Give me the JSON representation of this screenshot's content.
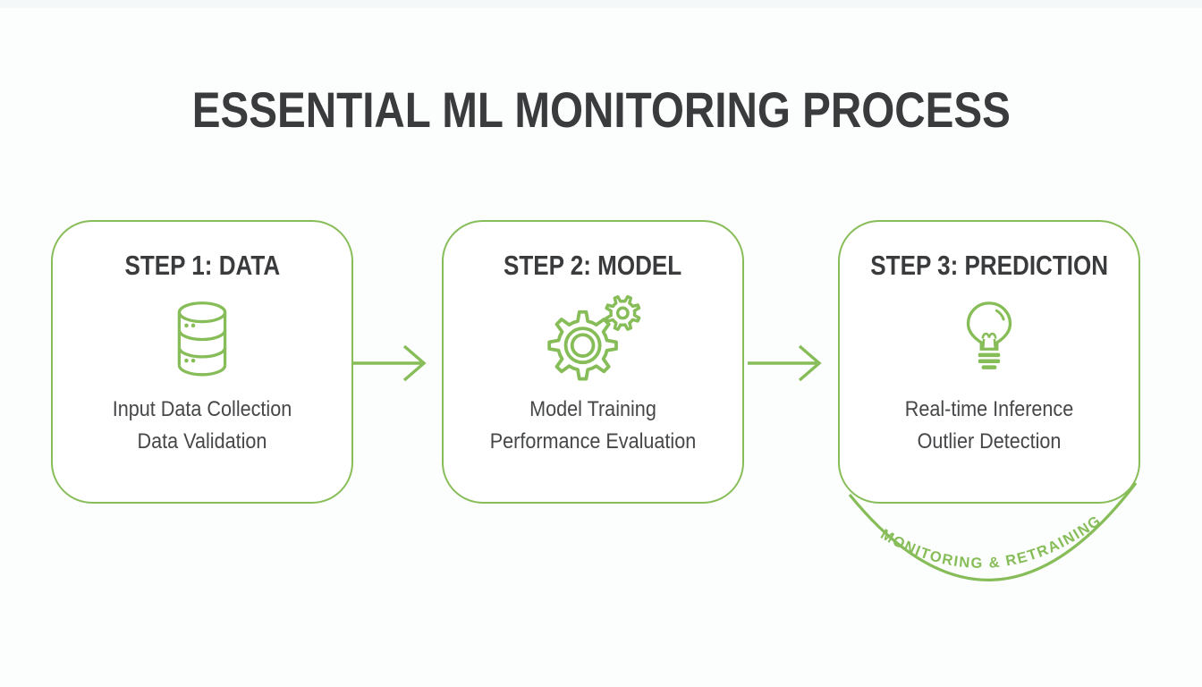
{
  "title": "ESSENTIAL ML MONITORING PROCESS",
  "colors": {
    "green": "#87bd58",
    "dark": "#3a3b3d",
    "body": "#464749",
    "background": "#fcfdfd"
  },
  "steps": [
    {
      "title": "STEP 1: DATA",
      "icon": "database-icon",
      "lines": [
        "Input Data Collection",
        "Data Validation"
      ]
    },
    {
      "title": "STEP 2: MODEL",
      "icon": "gears-icon",
      "lines": [
        "Model Training",
        "Performance Evaluation"
      ]
    },
    {
      "title": "STEP 3: PREDICTION",
      "icon": "lightbulb-icon",
      "lines": [
        "Real-time Inference",
        "Outlier Detection"
      ]
    }
  ],
  "badge": {
    "label": "MONITORING & RETRAINING"
  }
}
